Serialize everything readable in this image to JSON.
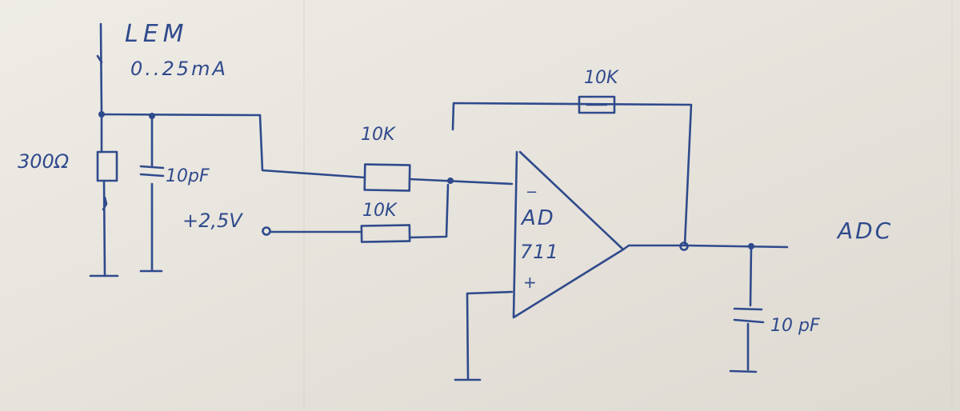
{
  "source": {
    "name": "LEM",
    "range": "0..25mA"
  },
  "shunt_resistor": "300Ω",
  "input_capacitor": "10pF",
  "reference_voltage": "+2,5V",
  "input_resistor_1": "10K",
  "input_resistor_2": "10K",
  "feedback_resistor": "10K",
  "opamp": {
    "line1": "AD",
    "line2": "711",
    "minus": "−",
    "plus": "+"
  },
  "output_label": "ADC",
  "output_capacitor": "10 pF",
  "ink_color": "#2f4a8c",
  "paper_color": "#e9e6df"
}
